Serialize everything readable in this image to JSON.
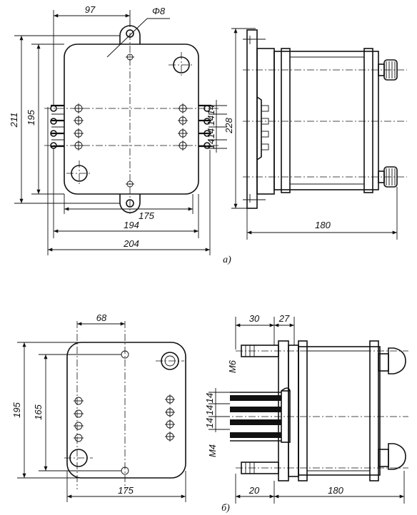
{
  "view_a": {
    "caption": "а)",
    "dims": {
      "width_97": "97",
      "hole_dia": "Φ8",
      "height_211": "211",
      "height_195": "195",
      "height_228": "228",
      "pitch_1": "14",
      "pitch_2": "14",
      "pitch_3": "14",
      "pitch_4": "14",
      "width_175": "175",
      "width_194": "194",
      "width_204": "204",
      "depth_180": "180"
    }
  },
  "view_b": {
    "caption": "б)",
    "dims": {
      "width_68": "68",
      "height_195": "195",
      "height_165": "165",
      "width_175": "175",
      "len_30": "30",
      "len_27": "27",
      "thread_m6": "М6",
      "pitch_1": "14",
      "pitch_2": "14",
      "pitch_3": "14",
      "thread_m4": "М4",
      "len_20": "20",
      "depth_180": "180"
    }
  }
}
